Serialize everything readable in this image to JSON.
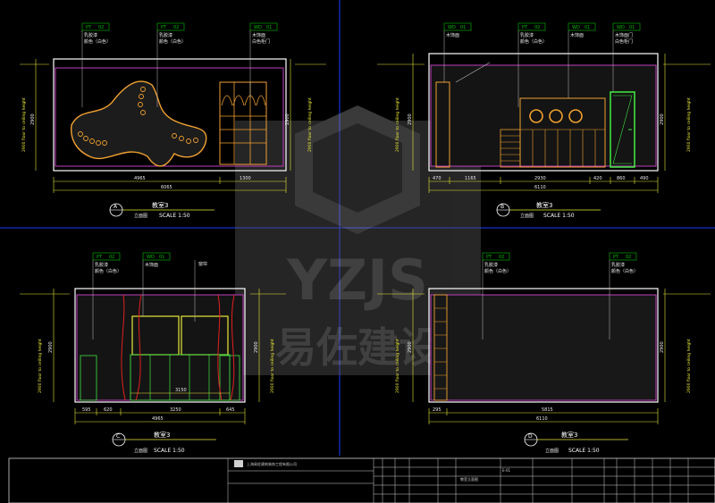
{
  "panels": [
    {
      "letter": "A",
      "caption": "教室3",
      "sub": "立面图",
      "scale": "SCALE 1:50",
      "tags": [
        {
          "code": "PT",
          "num": "02",
          "note1": "乳胶漆",
          "note2": "颜色（白色）"
        },
        {
          "code": "PT",
          "num": "02",
          "note1": "乳胶漆",
          "note2": "颜色（白色）"
        },
        {
          "code": "WD",
          "num": "01",
          "note1": "木饰面",
          "note2": "白色柜门"
        }
      ],
      "dims": [
        "4965",
        "1300",
        "6065"
      ],
      "heights": [
        "2900",
        "2900"
      ]
    },
    {
      "letter": "B",
      "caption": "教室3",
      "sub": "立面图",
      "scale": "SCALE 1:50",
      "tags": [
        {
          "code": "WD",
          "num": "01",
          "note1": "木饰面",
          "note2": ""
        },
        {
          "code": "PT",
          "num": "02",
          "note1": "乳胶漆",
          "note2": "颜色（白色）"
        },
        {
          "code": "WD",
          "num": "01",
          "note1": "木饰面",
          "note2": ""
        },
        {
          "code": "WD",
          "num": "01",
          "note1": "木饰面门",
          "note2": "白色柜门"
        }
      ],
      "dims": [
        "470",
        "1165",
        "2930",
        "420",
        "860",
        "490",
        "6110"
      ],
      "heights": [
        "2900",
        "2900"
      ]
    },
    {
      "letter": "C",
      "caption": "教室3",
      "sub": "立面图",
      "scale": "SCALE 1:50",
      "tags": [
        {
          "code": "PT",
          "num": "02",
          "note1": "乳胶漆",
          "note2": "颜色（白色）"
        },
        {
          "code": "WD",
          "num": "01",
          "note1": "木饰面",
          "note2": ""
        },
        {
          "code": "",
          "num": "",
          "note1": "窗帘",
          "note2": ""
        }
      ],
      "dims": [
        "595",
        "620",
        "3250",
        "645",
        "4965",
        "3150"
      ],
      "heights": [
        "2900",
        "2900"
      ]
    },
    {
      "letter": "D",
      "caption": "教室3",
      "sub": "立面图",
      "scale": "SCALE 1:50",
      "tags": [
        {
          "code": "PT",
          "num": "02",
          "note1": "乳胶漆",
          "note2": "颜色（白色）"
        },
        {
          "code": "PT",
          "num": "02",
          "note1": "乳胶漆",
          "note2": "颜色（白色）"
        }
      ],
      "dims": [
        "295",
        "5815",
        "6110"
      ],
      "heights": [
        "2900",
        "2900"
      ]
    }
  ],
  "vertical_text": "2900 floor to ceiling height",
  "watermark": {
    "latin": "YZJS",
    "cjk": "易佐建设"
  },
  "title_block": {
    "company": "上海易佐建筑装饰工程有限公司",
    "drawing_name": "教室立面图",
    "code": "E-01"
  },
  "colors": {
    "frame": "#ffffff",
    "wall": "#c040c0",
    "dim": "#e8e838",
    "orange": "#f0a030",
    "green": "#40e040",
    "red": "#e02020",
    "grid": "#2050ff"
  }
}
